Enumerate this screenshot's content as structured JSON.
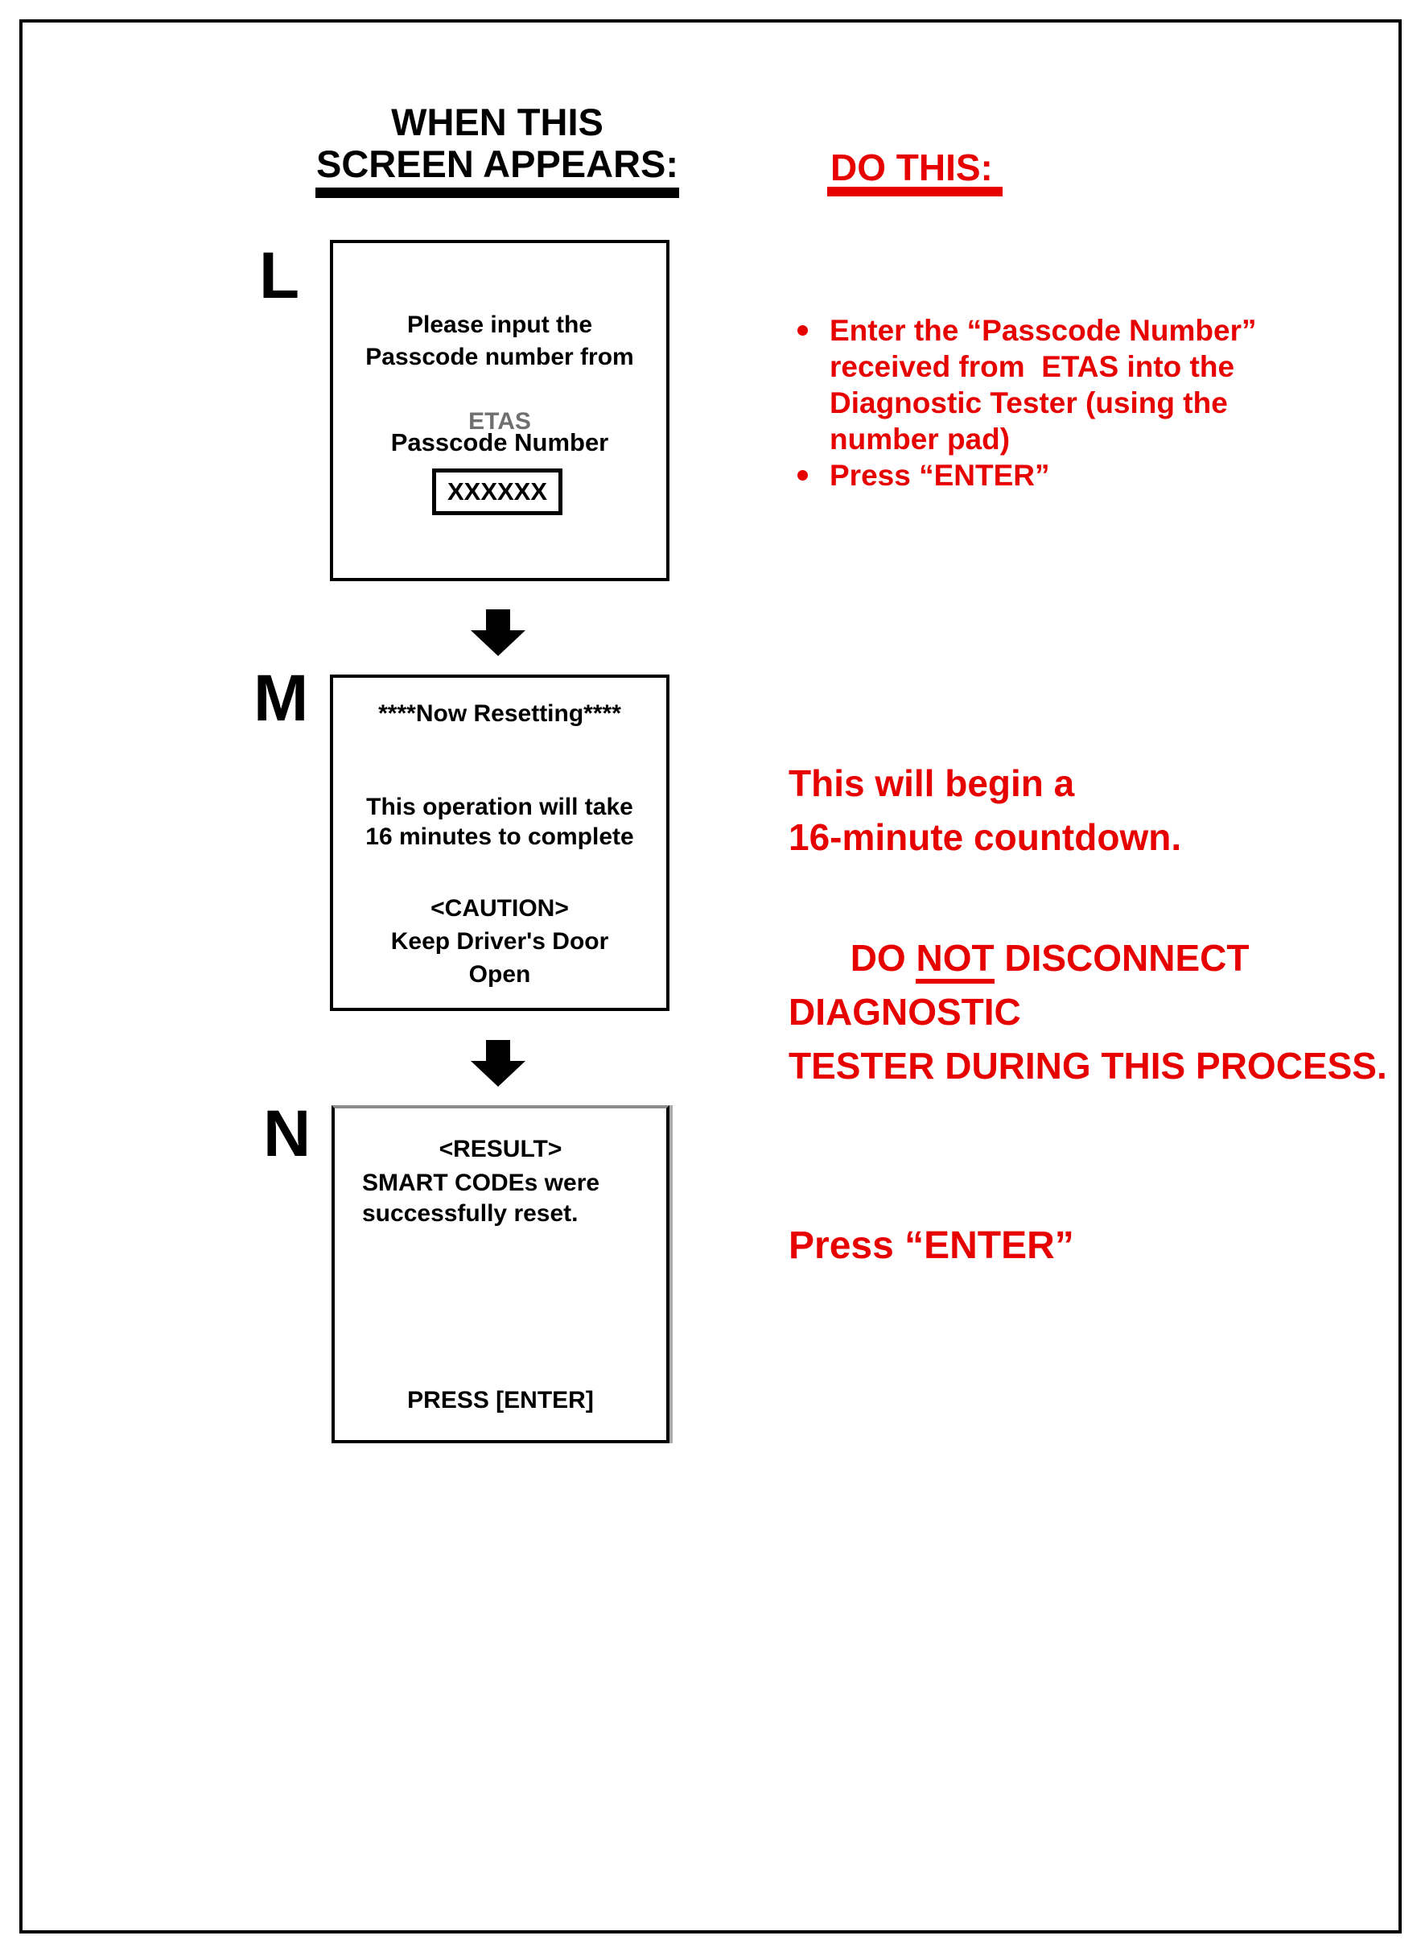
{
  "colors": {
    "red": "#e60000",
    "black": "#000000",
    "screen_gray": "#6f6f6f"
  },
  "header": {
    "left_title": "WHEN THIS\nSCREEN APPEARS:",
    "right_title": "DO THIS:"
  },
  "steps": [
    {
      "letter": "L",
      "screen": {
        "intro_black": "Please input the\nPasscode number from",
        "intro_gray": "ETAS",
        "field_label": "Passcode Number",
        "field_value": "XXXXXX"
      },
      "instructions": {
        "bullets": [
          "Enter the “Passcode Number”\nreceived from  ETAS into the\nDiagnostic Tester (using the\nnumber pad)",
          "Press “ENTER”"
        ]
      }
    },
    {
      "letter": "M",
      "screen": {
        "title": "****Now Resetting****",
        "body": "This operation will take\n16 minutes to complete",
        "caution": "<CAUTION>\nKeep Driver's Door\nOpen"
      },
      "instructions": {
        "para1": "This will begin a\n16-minute countdown.",
        "para2_prefix": "DO ",
        "para2_underlined": "NOT",
        "para2_suffix": " DISCONNECT DIAGNOSTIC\nTESTER DURING THIS PROCESS."
      }
    },
    {
      "letter": "N",
      "screen": {
        "title": "<RESULT>",
        "body": "SMART CODEs were\nsuccessfully reset.",
        "footer": "PRESS [ENTER]"
      },
      "instructions": {
        "text": "Press “ENTER”"
      }
    }
  ]
}
